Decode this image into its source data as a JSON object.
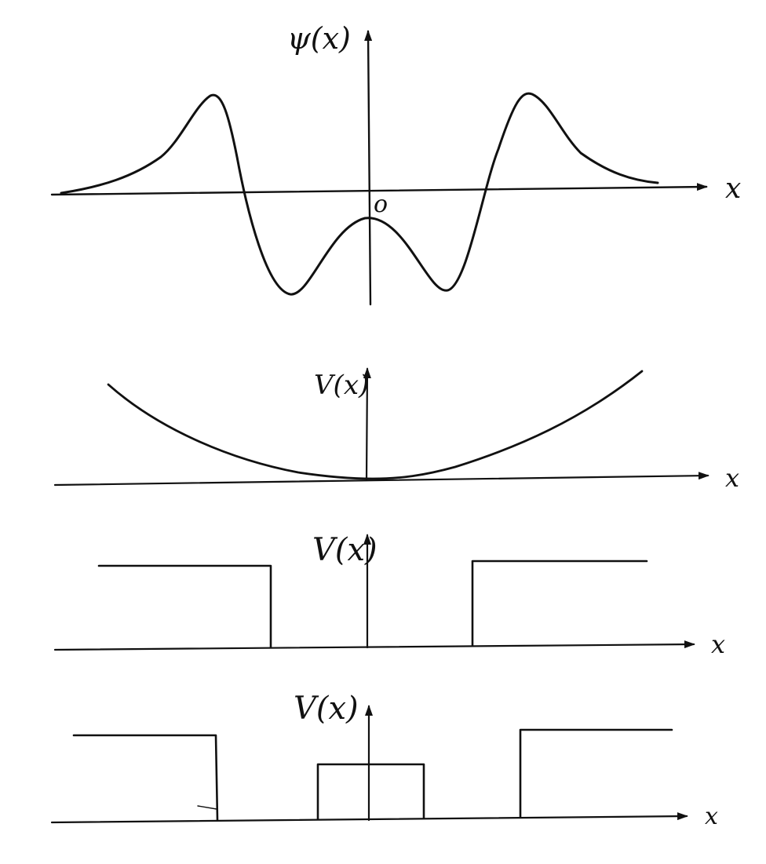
{
  "colors": {
    "ink": "#111111",
    "paper": "#ffffff"
  },
  "panels": [
    {
      "id": "wavefunction",
      "y_axis_label": "ψ(x)",
      "x_axis_label": "x",
      "origin_label": "o",
      "shape": "symmetric wavefunction: two positive peaks outside, two negative dips and a negative central hump inside"
    },
    {
      "id": "harmonic-potential",
      "y_axis_label": "V(x)",
      "x_axis_label": "x",
      "shape": "parabola"
    },
    {
      "id": "square-well",
      "y_axis_label": "V(x)",
      "x_axis_label": "x",
      "shape": "finite square well"
    },
    {
      "id": "double-well",
      "y_axis_label": "V(x)",
      "x_axis_label": "x",
      "shape": "square well with central barrier"
    }
  ]
}
